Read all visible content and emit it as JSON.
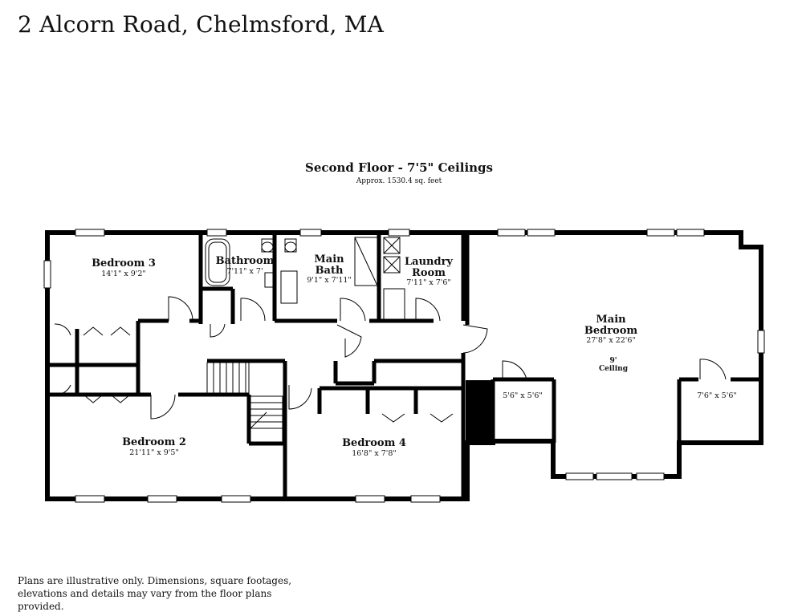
{
  "header": {
    "address": "2 Alcorn Road, Chelmsford, MA"
  },
  "floor": {
    "title": "Second Floor - 7'5\" Ceilings",
    "area": "Approx. 1530.4 sq. feet"
  },
  "rooms": {
    "bedroom3": {
      "name": "Bedroom 3",
      "dims": "14'1\" x 9'2\""
    },
    "bathroom": {
      "name": "Bathroom",
      "dims": "7'11\" x 7'"
    },
    "main_bath": {
      "name_line1": "Main",
      "name_line2": "Bath",
      "dims": "9'1\" x 7'11\""
    },
    "laundry": {
      "name_line1": "Laundry",
      "name_line2": "Room",
      "dims": "7'11\" x 7'6\""
    },
    "main_bedroom": {
      "name_line1": "Main",
      "name_line2": "Bedroom",
      "dims": "27'8\" x 22'6\"",
      "ceiling_value": "9'",
      "ceiling_label": "Ceiling"
    },
    "closet_left": {
      "dims": "5'6\" x 5'6\""
    },
    "closet_right": {
      "dims": "7'6\" x 5'6\""
    },
    "bedroom2": {
      "name": "Bedroom 2",
      "dims": "21'11\" x 9'5\""
    },
    "bedroom4": {
      "name": "Bedroom 4",
      "dims": "16'8\" x 7'8\""
    }
  },
  "footer": {
    "disclaimer": "Plans are illustrative only. Dimensions, square footages, elevations and details may vary from the floor plans provided."
  }
}
